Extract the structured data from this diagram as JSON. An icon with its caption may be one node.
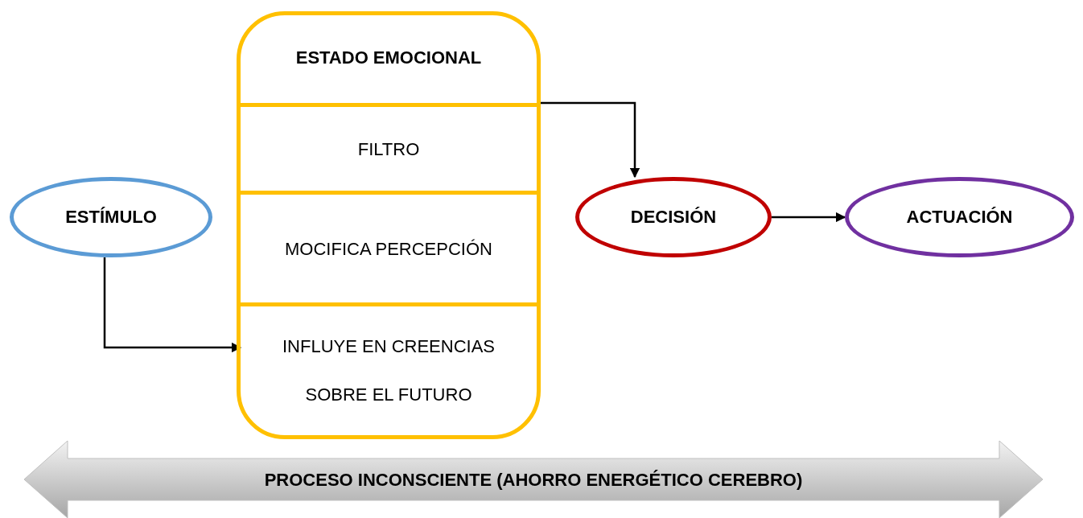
{
  "diagram": {
    "nodes": [
      {
        "text": [
          "ESTADO EMOCIONAL"
        ]
      },
      {
        "text": [
          "FILTRO"
        ],
        "in": 0
      },
      {
        "text": [
          "MOCIFICA PERCEPCIÓN"
        ],
        "in": 0
      },
      {
        "text": [
          "INFLUYE EN CREENCIAS SOBRE EL FUTURO"
        ],
        "in": 0
      },
      {
        "text": [
          "ESTÍMULO"
        ]
      },
      {
        "text": [
          "DECISIÓN"
        ]
      },
      {
        "text": [
          "ACTUACIÓN"
        ]
      },
      {
        "text": [
          "PROCESO INCONSCIENTE (AHORRO ENERGÉTICO CEREBRO)"
        ]
      }
    ],
    "edges": [
      {
        "from": 4,
        "to": 3,
        "arrow": "to"
      },
      {
        "from": 0,
        "to": 5,
        "arrow": "to"
      },
      {
        "from": 5,
        "to": 6,
        "arrow": "to"
      }
    ]
  }
}
